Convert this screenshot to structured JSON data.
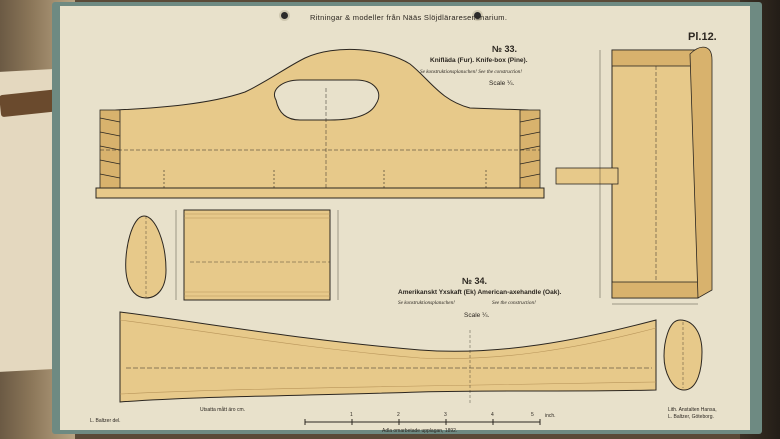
{
  "header": {
    "title": "Ritningar & modeller från Nääs Slöjdlärareseminarium."
  },
  "plate": {
    "label": "Pl.12."
  },
  "knife_box": {
    "number": "№ 33.",
    "title": "Knifläda (Fur).   Knife-box (Pine).",
    "note": "Se konstruktionsplanschen! See the construction!",
    "scale": "Scale ¼."
  },
  "axe_handle": {
    "number": "№ 34.",
    "title": "Amerikanskt Yxskaft (Ek) American-axehandle (Oak).",
    "note_sv": "Se konstruktionsplanschen!",
    "note_en": "See the construction!",
    "scale": "Scale ¼."
  },
  "footer": {
    "unit_note": "Utsatta mått äro cm.",
    "scale_ticks": [
      "1",
      "2",
      "3",
      "4",
      "5"
    ],
    "scale_unit": "inch.",
    "edition": "Adla omarbetade upplagan, 1892.",
    "author_left": "L. Baltzer del.",
    "litho_line1": "Lith. Anstalten Hansa,",
    "litho_line2": "L. Baltzer, Göteborg."
  },
  "colors": {
    "paper": "#e8e1cb",
    "wood": "#e7c98a",
    "wood_shade": "#d8b26d",
    "ink": "#2b2620",
    "border": "#6e8a82"
  }
}
